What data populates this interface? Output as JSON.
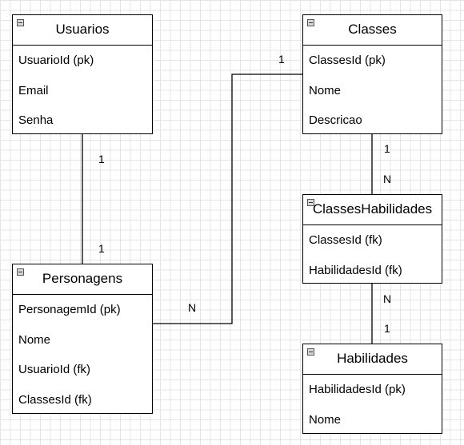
{
  "entities": {
    "usuarios": {
      "title": "Usuarios",
      "fields": [
        "UsuarioId (pk)",
        "Email",
        "Senha"
      ]
    },
    "classes": {
      "title": "Classes",
      "fields": [
        "ClassesId (pk)",
        "Nome",
        "Descricao"
      ]
    },
    "classesHabilidades": {
      "title": "ClassesHabilidades",
      "fields": [
        "ClassesId (fk)",
        "HabilidadesId (fk)"
      ]
    },
    "personagens": {
      "title": "Personagens",
      "fields": [
        "PersonagemId (pk)",
        "Nome",
        "UsuarioId (fk)",
        "ClassesId (fk)"
      ]
    },
    "habilidades": {
      "title": "Habilidades",
      "fields": [
        "HabilidadesId (pk)",
        "Nome"
      ]
    }
  },
  "cardinalities": {
    "usuarios_side": "1",
    "personagens_side_from_usuarios": "1",
    "classes_side_from_personagens": "1",
    "personagens_side_from_classes": "N",
    "classes_side_to_ch": "1",
    "ch_side_from_classes": "N",
    "ch_side_to_habilidades": "N",
    "habilidades_side": "1"
  }
}
